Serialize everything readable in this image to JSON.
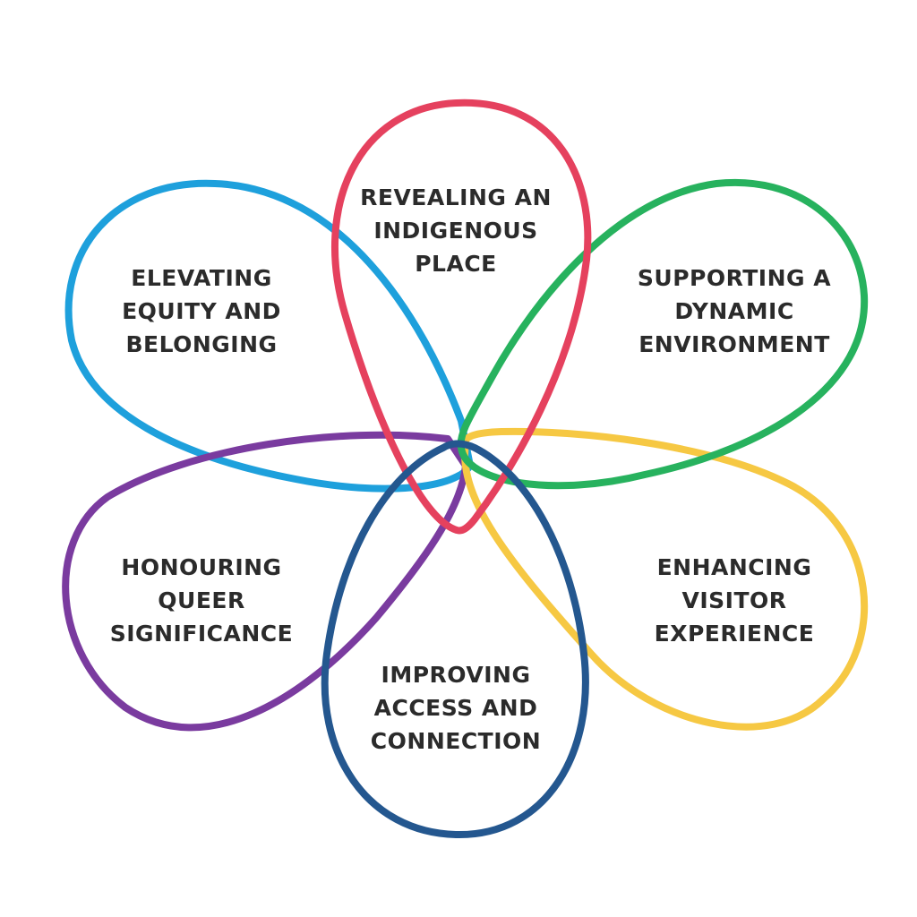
{
  "diagram": {
    "petals": [
      {
        "id": "revealing",
        "color": "#e5415e",
        "lines": [
          "REVEALING AN",
          "INDIGENOUS",
          "PLACE"
        ]
      },
      {
        "id": "supporting",
        "color": "#27b25e",
        "lines": [
          "SUPPORTING A",
          "DYNAMIC",
          "ENVIRONMENT"
        ]
      },
      {
        "id": "enhancing",
        "color": "#f6c843",
        "lines": [
          "ENHANCING",
          "VISITOR",
          "EXPERIENCE"
        ]
      },
      {
        "id": "improving",
        "color": "#24578f",
        "lines": [
          "IMPROVING",
          "ACCESS AND",
          "CONNECTION"
        ]
      },
      {
        "id": "honouring",
        "color": "#7a3b9f",
        "lines": [
          "HONOURING",
          "QUEER",
          "SIGNIFICANCE"
        ]
      },
      {
        "id": "elevating",
        "color": "#1ea0dc",
        "lines": [
          "ELEVATING",
          "EQUITY AND",
          "BELONGING"
        ]
      }
    ]
  }
}
